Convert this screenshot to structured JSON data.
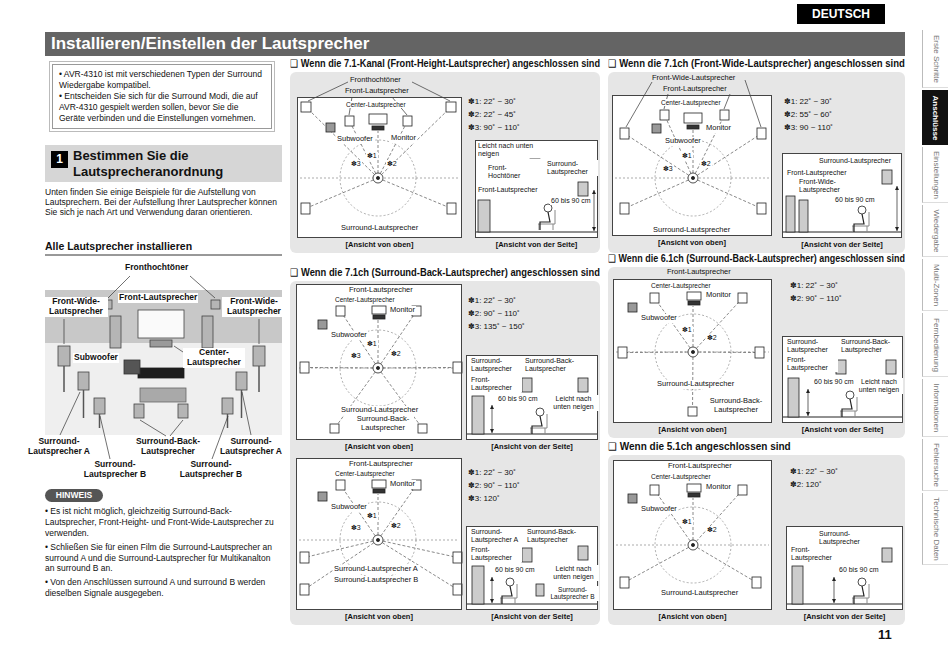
{
  "diagram": {
    "title": "Installieren/Einstellen der Lautsprecher",
    "nodes": [
      {
        "text": [
          "DEUTSCH"
        ]
      },
      {
        "text": [
          "• AVR-4310 ist mit verschiedenen Typen der Surround Wiedergabe kompatibel.",
          "• Entscheiden Sie sich für die Surround Modi, die auf AVR-4310 gespielt werden sollen, bevor Sie die Geräte verbinden und die Einstellungen vornehmen."
        ]
      },
      {
        "text": [
          "Bestimmen Sie die Lautsprecheranordnung"
        ]
      },
      {
        "text": [
          "1"
        ],
        "in": 2
      },
      {
        "text": [
          "HINWEIS"
        ]
      },
      {
        "text": [
          "❑ Wenn die 7.1-Kanal (Front-Height-Lautsprecher) angeschlossen sind"
        ]
      },
      {
        "text": [
          "[Ansicht von oben]"
        ],
        "in": 5
      },
      {
        "text": [
          "[Ansicht von der Seite]"
        ],
        "in": 5
      },
      {
        "text": [
          "❑ Wenn die 7.1ch (Front-Wide-Lautsprecher) angeschlossen sind"
        ]
      },
      {
        "text": [
          "[Ansicht von oben]"
        ],
        "in": 8
      },
      {
        "text": [
          "[Ansicht von der Seite]"
        ],
        "in": 8
      },
      {
        "text": [
          "❑ Wenn die 7.1ch (Surround-Back-Lautsprecher) angeschlossen sind"
        ]
      },
      {
        "text": [
          "[Ansicht von oben]"
        ],
        "in": 11
      },
      {
        "text": [
          "[Ansicht von der Seite]"
        ],
        "in": 11
      },
      {
        "text": [
          "[Ansicht von oben]"
        ],
        "in": 11
      },
      {
        "text": [
          "[Ansicht von der Seite]"
        ],
        "in": 11
      },
      {
        "text": [
          "❑ Wenn die 6.1ch (Surround-Back-Lautsprecher) angeschlossen sind"
        ]
      },
      {
        "text": [
          "[Ansicht von oben]"
        ],
        "in": 16
      },
      {
        "text": [
          "[Ansicht von der Seite]"
        ],
        "in": 16
      },
      {
        "text": [
          "❑ Wenn die 5.1ch angeschlossen sind"
        ]
      },
      {
        "text": [
          "[Ansicht von oben]"
        ],
        "in": 19
      },
      {
        "text": [
          "[Ansicht von der Seite]"
        ],
        "in": 19
      },
      {
        "text": [
          "Erste Schritte"
        ]
      },
      {
        "text": [
          "Anschlüsse"
        ]
      },
      {
        "text": [
          "Einstellungen"
        ]
      },
      {
        "text": [
          "Wiedergabe"
        ]
      },
      {
        "text": [
          "Multi-Zonen"
        ]
      },
      {
        "text": [
          "Fernbedienung"
        ]
      },
      {
        "text": [
          "Informationen"
        ]
      },
      {
        "text": [
          "Fehlersuche"
        ]
      },
      {
        "text": [
          "Technische Daten"
        ]
      }
    ],
    "labels": [
      "Unten finden Sie einige Beispiele für die Aufstellung von Lautsprechern. Bei der Aufstellung Ihrer Lautsprecher können Sie sich je nach Art und Verwendung daran orientieren.",
      "Alle Lautsprecher installieren",
      "Fronthochtöner",
      "Front-Lautsprecher",
      "Front-Wide- Lautsprecher",
      "Front-Wide- Lautsprecher",
      "Subwoofer",
      "Center- Lautsprecher",
      "Surround- Lautsprecher A",
      "Surround-Back- Lautsprecher",
      "Surround- Lautsprecher A",
      "Surround- Lautsprecher B",
      "Surround- Lautsprecher B",
      "• Es ist nicht möglich, gleichzeitig Surround-Back-Lautsprecher, Front-Height- und Front-Wide-Lautsprecher zu verwenden.",
      "• Schließen Sie für einen Film die Surround-Lautsprecher an surround A und die Surround-Lautsprecher für Multikanalton an surround B an.",
      "• Von den Anschlüssen surround A und surround B werden dieselben Signale ausgegeben.",
      "Fronthochtöner",
      "Front-Lautsprecher",
      "Center-Lautsprecher",
      "Subwoofer",
      "Monitor",
      "✽1",
      "✽2",
      "✽3",
      "Surround-Lautsprecher",
      "✽1: 22˚ ~ 30˚",
      "✽2: 22˚ ~ 45˚",
      "✽3: 90˚ ~ 110˚",
      "Leicht nach unten neigen",
      "Front- Hochtöner",
      "Surround- Lautsprecher",
      "Front-Lautsprecher",
      "60 bis 90 cm",
      "Front-Wide-Lautsprecher",
      "Front-Lautsprecher",
      "Center-Lautsprecher",
      "Monitor",
      "Subwoofer",
      "✽1",
      "✽2",
      "✽3",
      "Surround-Lautsprecher",
      "✽1: 22˚ ~ 30˚",
      "✽2: 55˚ ~ 60˚",
      "✽3: 90 ~ 110˚",
      "Surround-Lautsprecher",
      "Front-Lautsprecher",
      "Front-Wide- Lautsprecher",
      "60 bis 90 cm",
      "Front-Lautsprecher",
      "Center-Lautsprecher",
      "Monitor",
      "Subwoofer",
      "✽1",
      "✽2",
      "✽3",
      "Surround-Lautsprecher",
      "Surround-Back- Lautsprecher",
      "✽1: 22˚ ~ 30˚",
      "✽2: 90˚ ~ 110˚",
      "✽3: 135˚ ~ 150˚",
      "Surround- Lautsprecher",
      "Surround-Back- Lautsprecher",
      "Front- Lautsprecher",
      "60 bis 90 cm",
      "Leicht nach unten neigen",
      "Front-Lautsprecher",
      "Center-Lautsprecher",
      "Monitor",
      "Subwoofer",
      "✽1",
      "✽2",
      "✽3",
      "Surround-Lautsprecher A",
      "Surround-Lautsprecher B",
      "✽1: 22˚ ~ 30˚",
      "✽2: 90˚ ~ 110˚",
      "✽3: 120˚",
      "Surround- Lautsprecher A",
      "Surround-Back- Lautsprecher",
      "Front- Lautsprecher",
      "60 bis 90 cm",
      "Leicht nach unten neigen",
      "Surround- Lautsprecher B",
      "Front-Lautsprecher",
      "Center-Lautsprecher",
      "Monitor",
      "Subwoofer",
      "✽1",
      "✽2",
      "Surround-Lautsprecher",
      "Surround-Back- Lautsprecher",
      "✽1: 22˚ ~ 30˚",
      "✽2: 90˚ ~ 110˚",
      "Surround- Lautsprecher",
      "Surround-Back- Lautsprecher",
      "Front- Lautsprecher",
      "60 bis 90 cm",
      "Leicht nach unten neigen",
      "Front-Lautsprecher",
      "Center-Lautsprecher",
      "Monitor",
      "Subwoofer",
      "✽1",
      "✽2",
      "Surround-Lautsprecher",
      "✽1: 22˚ ~ 30˚",
      "✽2: 120˚",
      "Surround- Lautsprecher",
      "Front- Lautsprecher",
      "60 bis 90 cm",
      "11"
    ]
  }
}
